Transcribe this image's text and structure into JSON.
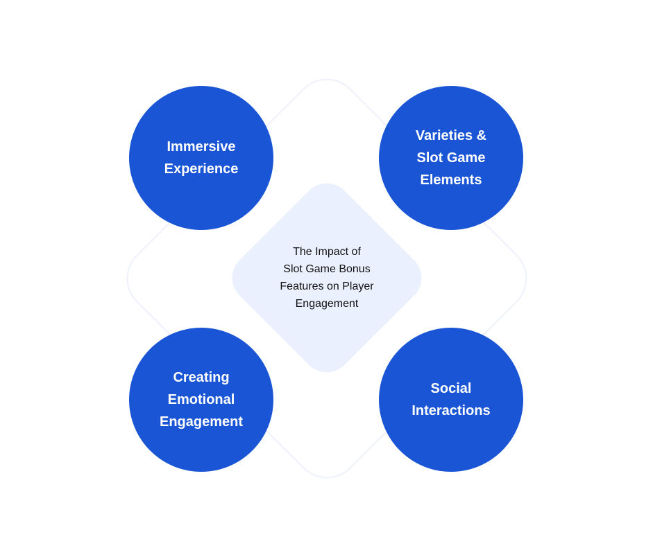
{
  "center": {
    "lines": [
      "The Impact of",
      "Slot Game Bonus",
      "Features on Player",
      "Engagement"
    ]
  },
  "nodes": {
    "top_left": {
      "lines": [
        "Immersive",
        "Experience"
      ]
    },
    "top_right": {
      "lines": [
        "Varieties &",
        "Slot Game",
        "Elements"
      ]
    },
    "bottom_left": {
      "lines": [
        "Creating",
        "Emotional",
        "Engagement"
      ]
    },
    "bottom_right": {
      "lines": [
        "Social",
        "Interactions"
      ]
    }
  },
  "colors": {
    "circle": "#1a55d6",
    "center_fill": "#eaf0fd",
    "outline": "#eef1fb",
    "circle_text": "#ffffff",
    "center_text": "#111111"
  }
}
